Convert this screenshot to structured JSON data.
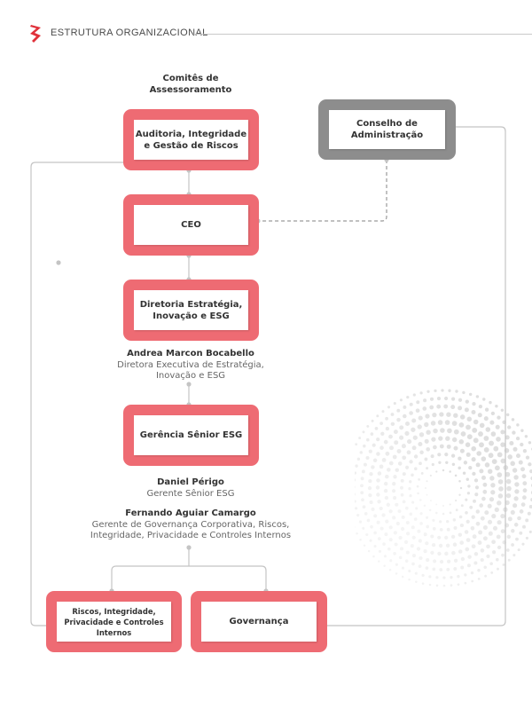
{
  "header": {
    "title": "ESTRUTURA ORGANIZACIONAL",
    "logo_color": "#e0313a"
  },
  "colors": {
    "box_red": "#ee6b73",
    "box_gray": "#8d8d8d",
    "connector": "#c4c4c4"
  },
  "committees_label": "Comitês de Assessoramento",
  "boxes": {
    "audit": "Auditoria, Integridade e Gestão de Riscos",
    "board": "Conselho de Administração",
    "ceo": "CEO",
    "strategy": "Diretoria Estratégia, Inovação e ESG",
    "esg": "Gerência Sênior ESG",
    "risks": "Riscos, Integridade, Privacidade e Controles Internos",
    "governance": "Governança"
  },
  "people": {
    "andrea": {
      "name": "Andrea Marcon Bocabello",
      "role": "Diretora Executiva de Estratégia, Inovação e ESG"
    },
    "daniel": {
      "name": "Daniel Périgo",
      "role": "Gerente Sênior ESG"
    },
    "fernando": {
      "name": "Fernando Aguiar Camargo",
      "role": "Gerente de Governança Corporativa, Riscos, Integridade, Privacidade e Controles Internos"
    }
  }
}
